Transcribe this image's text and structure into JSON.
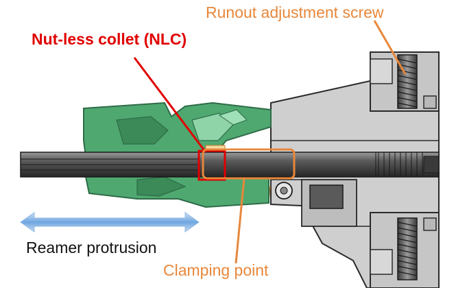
{
  "labels": {
    "runout": "Runout adjustment screw",
    "nlc": "Nut-less collet (NLC)",
    "reamer": "Reamer protrusion",
    "clamping": "Clamping point"
  },
  "colors": {
    "orange": "#e8873a",
    "red": "#e00000",
    "green": "#4fa870",
    "green_dark": "#2e6b47",
    "body_gray": "#c4c4c4",
    "body_dark": "#3a3a3a",
    "shaft": "#4a4a4a",
    "arrow_blue": "#7aaee0",
    "text": "#111111"
  }
}
